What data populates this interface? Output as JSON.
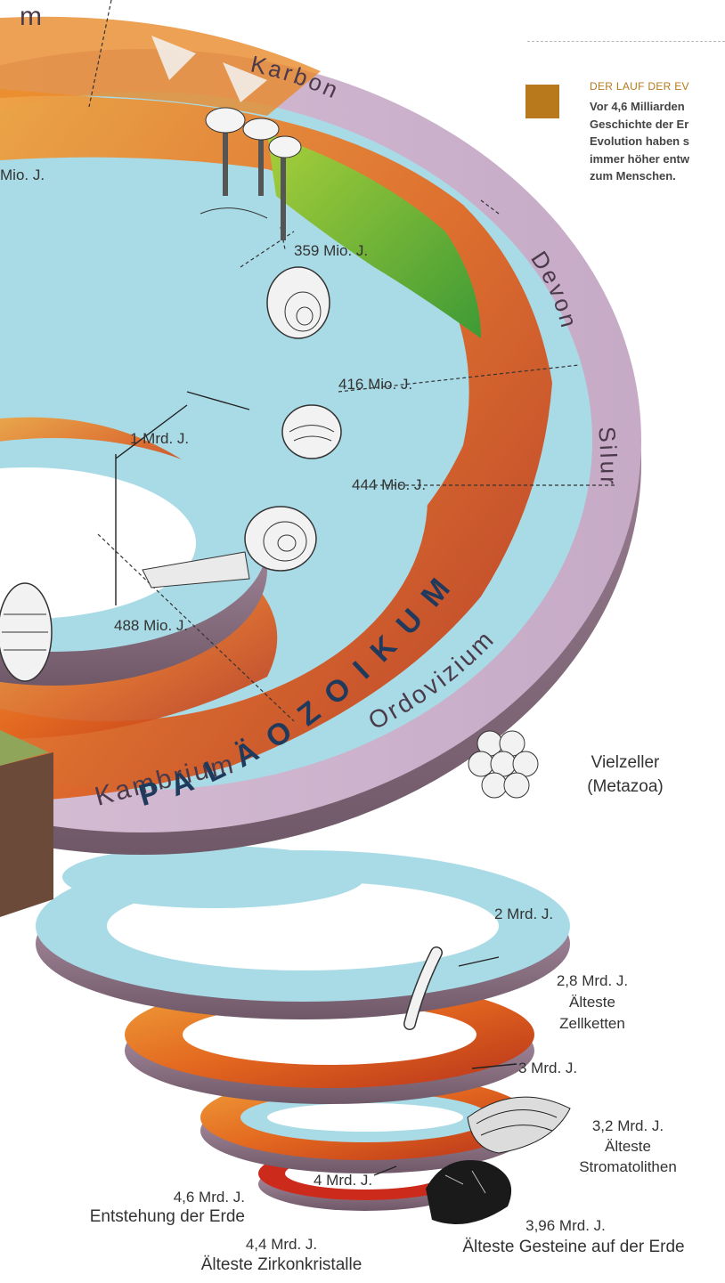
{
  "sidebar": {
    "heading": "DER LAUF DER EV",
    "lines": [
      "Vor 4,6 Milliarden",
      "Geschichte der Er",
      "Evolution haben s",
      "immer höher entw",
      "zum Menschen."
    ]
  },
  "colors": {
    "accent": "#b8791d",
    "water": "#a9dbe6",
    "rim": "#cdb5cd",
    "rim_side": "#9c7f93",
    "land_orange": "#e2661f",
    "land_green": "#5db33a"
  },
  "periods": {
    "perm_fragment": "m",
    "karbon": "Karbon",
    "devon": "Devon",
    "silur": "Silur",
    "ordovizium": "Ordovizium",
    "kambrium": "Kambrium"
  },
  "era": "PALÄOZOIKUM",
  "ages": {
    "mio_fragment": "Mio. J.",
    "a359": "359 Mio. J.",
    "a416": "416 Mio. J.",
    "a444": "444 Mio. J.",
    "a488": "488 Mio. J.",
    "a1mrd": "1 Mrd. J.",
    "a2mrd": "2 Mrd. J.",
    "a3mrd": "3 Mrd. J.",
    "a4mrd": "4 Mrd. J."
  },
  "annotations": {
    "vielzeller": [
      "Vielzeller",
      "(Metazoa)"
    ],
    "zellketten": [
      "2,8 Mrd. J.",
      "Älteste",
      "Zellketten"
    ],
    "stromatolithen": [
      "3,2 Mrd. J.",
      "Älteste",
      "Stromatolithen"
    ],
    "erde": [
      "4,6 Mrd. J.",
      "Entstehung der Erde"
    ],
    "gesteine": [
      "3,96 Mrd. J.",
      "Älteste Gesteine auf der Erde"
    ],
    "zirkon": [
      "4,4 Mrd. J.",
      "Älteste Zirkonkristalle"
    ]
  }
}
